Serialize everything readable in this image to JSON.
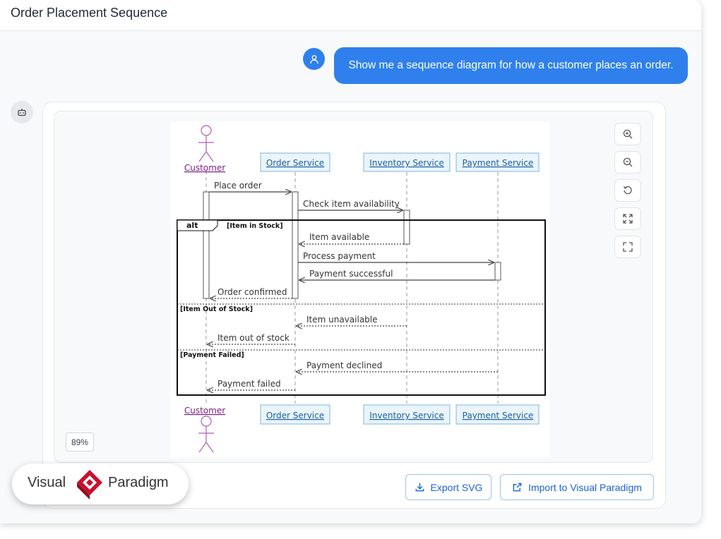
{
  "window": {
    "title": "Order Placement Sequence"
  },
  "chat": {
    "user_message": "Show me a sequence diagram for how a customer places an order."
  },
  "toolbar": {
    "zoom_in": "zoom-in-icon",
    "zoom_out": "zoom-out-icon",
    "reset": "reset-icon",
    "fit": "fit-screen-icon",
    "fullscreen": "fullscreen-icon"
  },
  "zoom_level": "89%",
  "actions": {
    "export_svg": "Export SVG",
    "import_vp": "Import to Visual Paradigm"
  },
  "logo": {
    "left": "Visual",
    "right": "Paradigm"
  },
  "diagram": {
    "participants": [
      "Customer",
      "Order Service",
      "Inventory Service",
      "Payment Service"
    ],
    "fragment": {
      "operator": "alt",
      "guards": [
        "[Item in Stock]",
        "[Item Out of Stock]",
        "[Payment Failed]"
      ]
    },
    "messages": [
      "Place order",
      "Check item availability",
      "Item available",
      "Process payment",
      "Payment successful",
      "Order confirmed",
      "Item unavailable",
      "Item out of stock",
      "Payment declined",
      "Payment failed"
    ]
  },
  "colors": {
    "accent": "#2f80ed",
    "participant_fill": "#eaf4fb",
    "participant_border": "#7fb7dc",
    "actor": "#b25eb6"
  }
}
